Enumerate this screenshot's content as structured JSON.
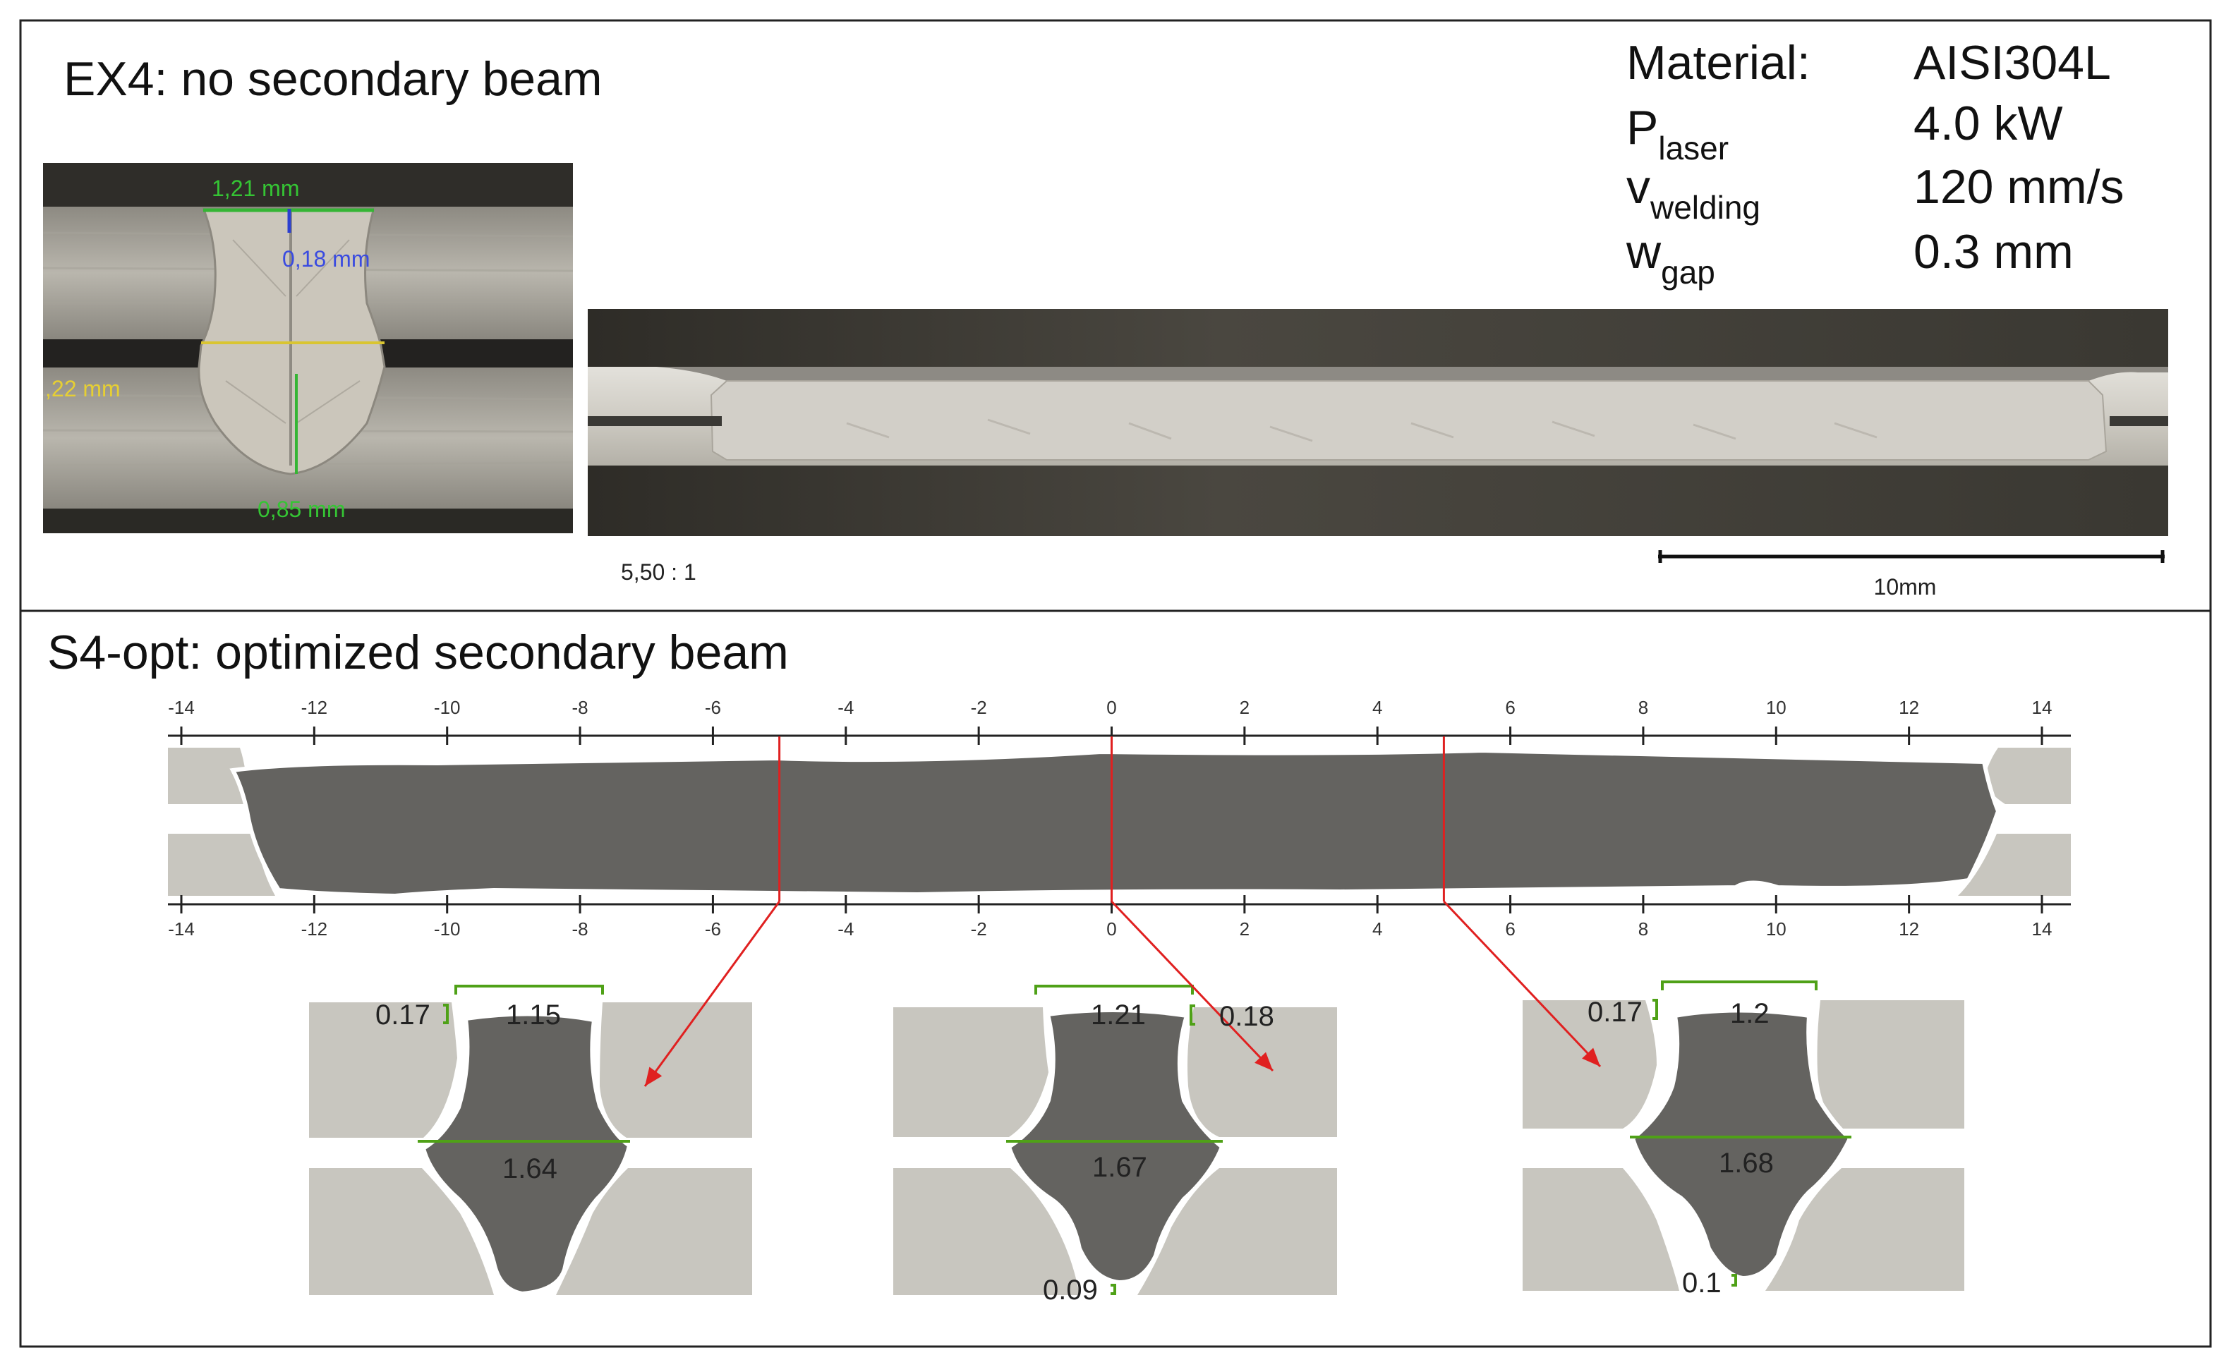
{
  "top_panel": {
    "title": "EX4: no secondary beam",
    "params": [
      {
        "label": "Material:",
        "sub": "",
        "value": "AISI304L"
      },
      {
        "label": "P",
        "sub": "laser",
        "value": "4.0 kW"
      },
      {
        "label": "v",
        "sub": "welding",
        "value": "120 mm/s"
      },
      {
        "label": "w",
        "sub": "gap",
        "value": "0.3 mm"
      }
    ],
    "micrograph_labels": {
      "width_top": "1,21 mm",
      "depth": "0,18 mm",
      "gap": ",22 mm",
      "width_bottom": "0,85 mm"
    },
    "scale_ratio": "5,50 : 1",
    "scale_bar": "10mm"
  },
  "bottom_panel": {
    "title": "S4-opt: optimized secondary beam",
    "axis_ticks": [
      "-14",
      "-12",
      "-10",
      "-8",
      "-6",
      "-4",
      "-2",
      "0",
      "2",
      "4",
      "6",
      "8",
      "10",
      "12",
      "14"
    ],
    "cross_sections": [
      {
        "position": -5,
        "top_gap": "0.17",
        "top_width": "1.15",
        "mid_width": "1.64",
        "bottom_gap": ""
      },
      {
        "position": 0,
        "top_gap": "0.18",
        "top_width": "1.21",
        "mid_width": "1.67",
        "bottom_gap": "0.09"
      },
      {
        "position": 5,
        "top_gap": "0.17",
        "top_width": "1.2",
        "mid_width": "1.68",
        "bottom_gap": "0.1"
      }
    ]
  },
  "colors": {
    "weld_gray": "#646360",
    "base_metal": "#c8c6bf",
    "marker_red": "#e02020",
    "measure_green": "#4fa117",
    "frame": "#222222"
  }
}
